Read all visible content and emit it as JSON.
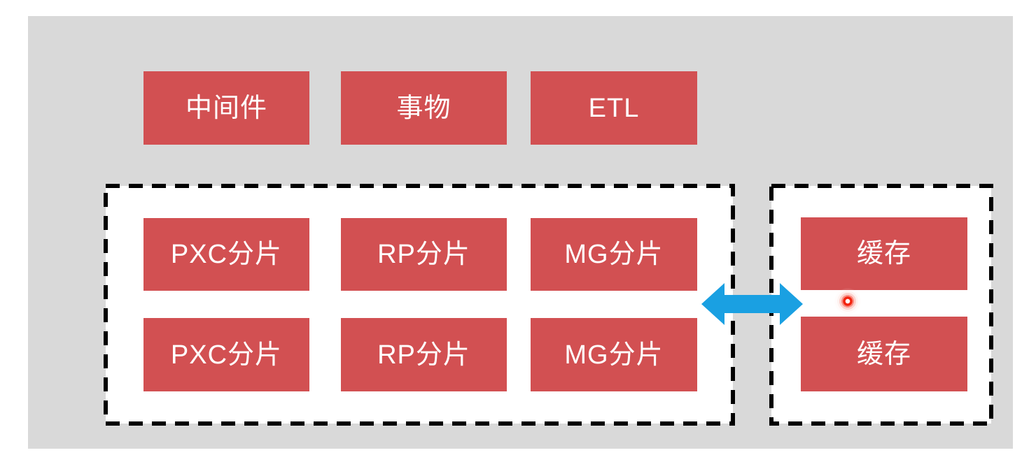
{
  "palette": {
    "page_bg": "#ffffff",
    "panel_bg": "#d9d9d9",
    "node_red": "#d25052",
    "node_text": "#ffffff",
    "dashed_border": "#000000",
    "arrow_blue": "#1aa0e2",
    "click_dot": "#f3240f"
  },
  "top_boxes": [
    "中间件",
    "事物",
    "ETL"
  ],
  "shard_group": {
    "row1": [
      "PXC分片",
      "RP分片",
      "MG分片"
    ],
    "row2": [
      "PXC分片",
      "RP分片",
      "MG分片"
    ]
  },
  "cache_group": {
    "boxes": [
      "缓存",
      "缓存"
    ]
  },
  "icons": {
    "arrow": "bidirectional-arrow-icon",
    "click_dot": "click-indicator-dot"
  }
}
